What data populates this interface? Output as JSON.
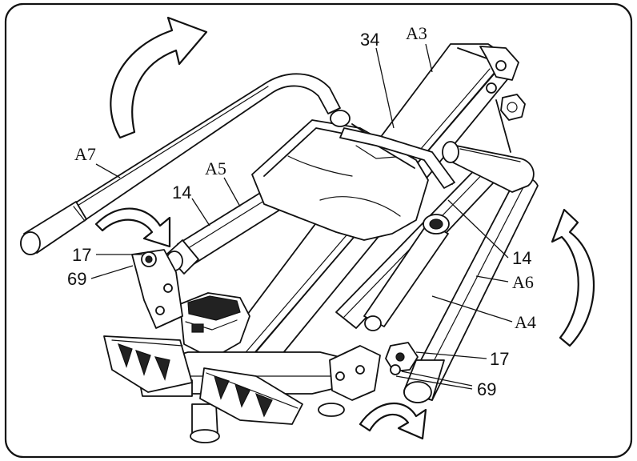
{
  "labels": {
    "a3": "A3",
    "p34": "34",
    "a7": "A7",
    "a5": "A5",
    "p14_left": "14",
    "p17_left": "17",
    "p69_left": "69",
    "p14_right": "14",
    "a6": "A6",
    "a4": "A4",
    "p17_right": "17",
    "p69_right": "69"
  }
}
